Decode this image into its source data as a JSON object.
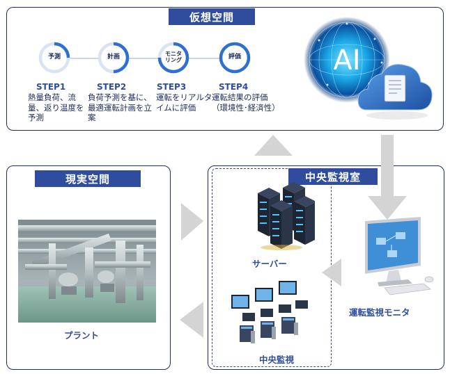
{
  "virtual": {
    "title": "仮想空間",
    "ai_label": "AI",
    "steps": [
      {
        "circle": "予測",
        "title": "STEP1",
        "desc": "熱量負荷、流量、返り温度を予測"
      },
      {
        "circle": "計画",
        "title": "STEP2",
        "desc": "負荷予測を基に、最適運転計画を立案"
      },
      {
        "circle": "モニタ\nリング",
        "title": "STEP3",
        "desc": "運転をリアルタイムに評価"
      },
      {
        "circle": "評価",
        "title": "STEP4",
        "desc": "運転結果の評価（環境性･経済性）"
      }
    ]
  },
  "reality": {
    "title": "現実空間",
    "plant_label": "プラント"
  },
  "control": {
    "title": "中央監視室",
    "server_label": "サーバー",
    "central_label": "中央監視",
    "monitor_label": "運転監視モニタ"
  },
  "colors": {
    "navy": "#1f2d5c",
    "title_blue": "#2f4d9c",
    "ring_blue": "#2f6fd0",
    "arrow_gray": "#d4d4d4"
  }
}
